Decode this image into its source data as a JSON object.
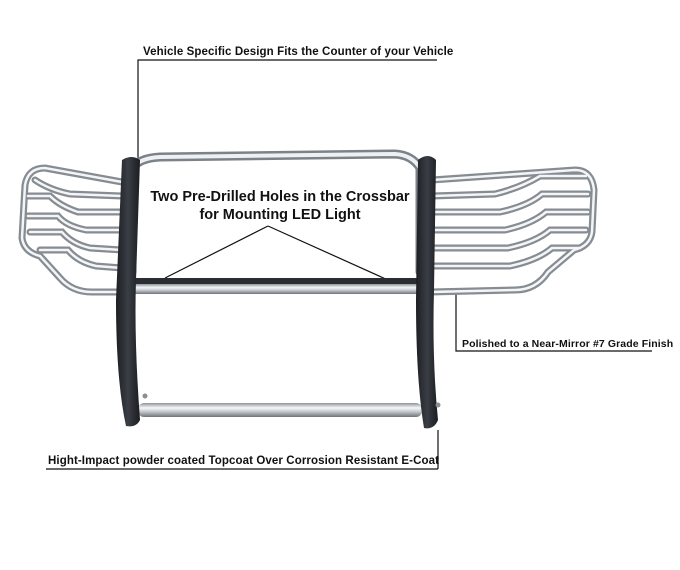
{
  "callouts": {
    "top": "Vehicle Specific Design Fits the Counter of your Vehicle",
    "center_line1": "Two Pre-Drilled Holes in the Crossbar",
    "center_line2": "for Mounting LED Light",
    "right": "Polished to a Near-Mirror #7 Grade Finish",
    "bottom": "Hight-Impact powder coated Topcoat Over Corrosion Resistant E-Coat"
  },
  "colors": {
    "chrome": "#c9cdd1",
    "chrome_highlight": "#f5f7f9",
    "uprights": "#2b2e33",
    "leader_lines": "#111111"
  }
}
